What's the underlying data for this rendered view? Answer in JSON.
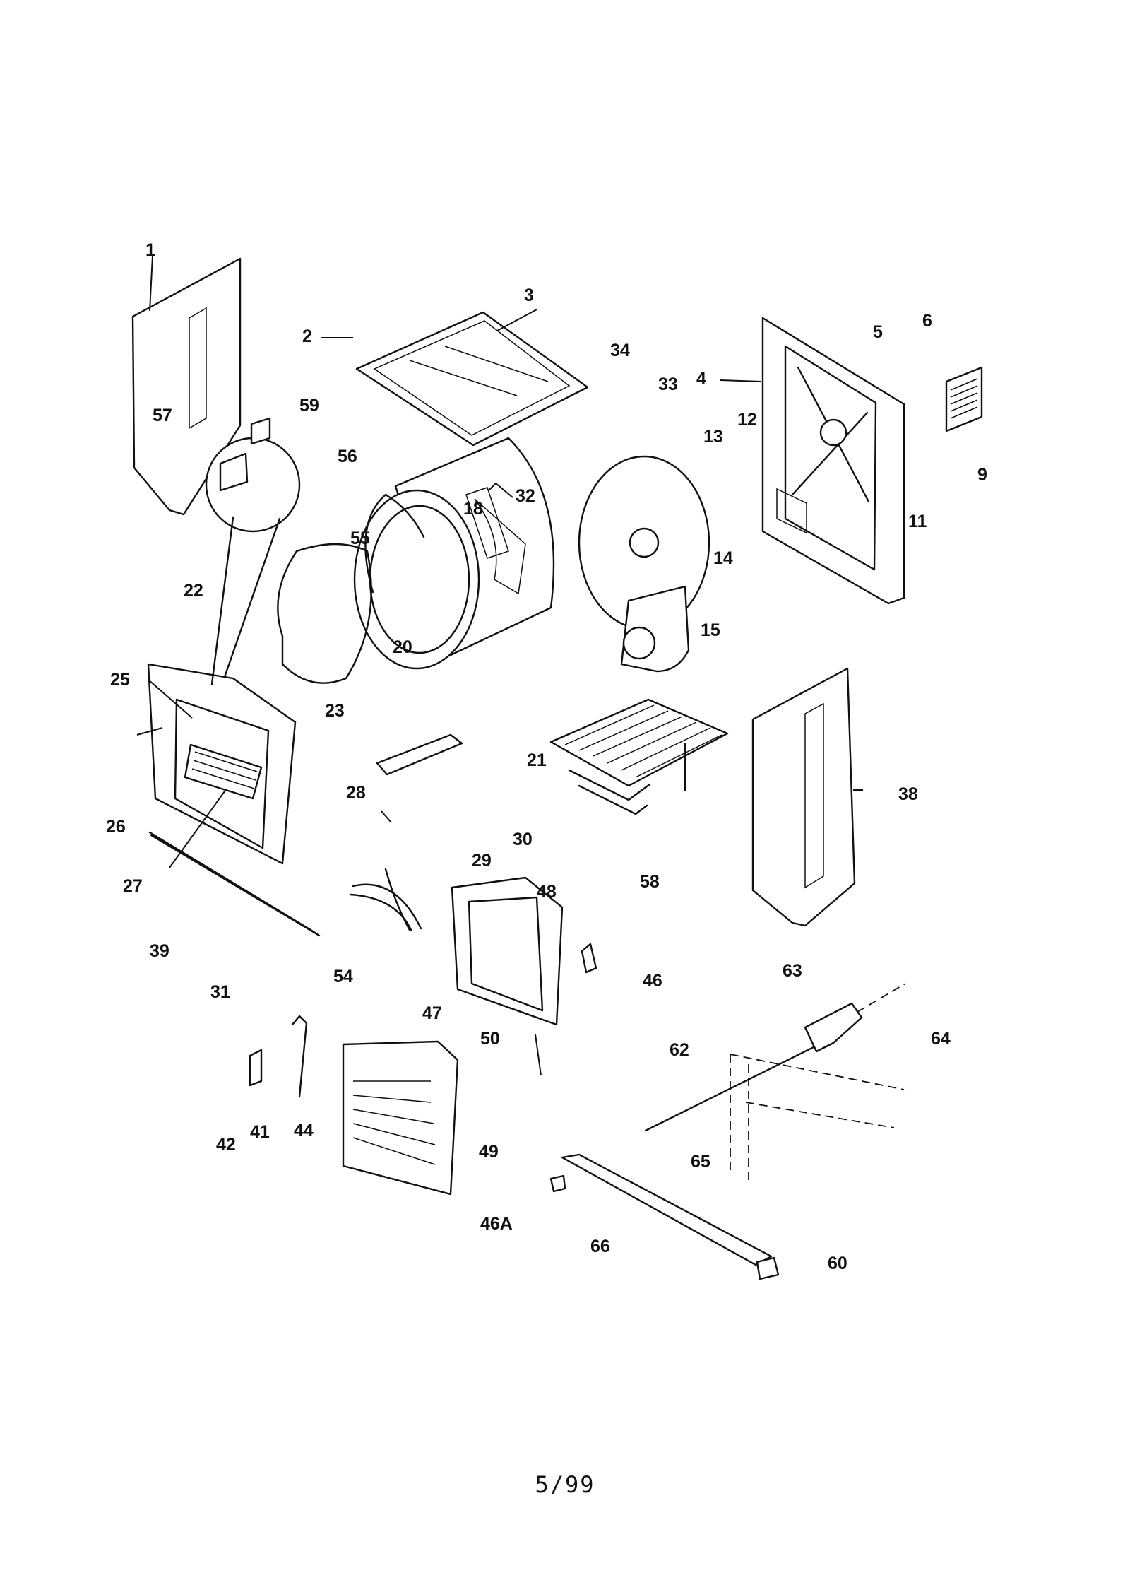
{
  "footer": {
    "page_number": "5/99"
  },
  "labels": [
    "1",
    "2",
    "3",
    "4",
    "5",
    "6",
    "9",
    "11",
    "12",
    "13",
    "14",
    "15",
    "18",
    "20",
    "21",
    "22",
    "23",
    "25",
    "26",
    "27",
    "28",
    "29",
    "30",
    "31",
    "32",
    "33",
    "34",
    "38",
    "39",
    "41",
    "42",
    "44",
    "46",
    "46A",
    "47",
    "48",
    "49",
    "50",
    "54",
    "55",
    "56",
    "57",
    "58",
    "59",
    "60",
    "62",
    "63",
    "64",
    "65",
    "66"
  ]
}
